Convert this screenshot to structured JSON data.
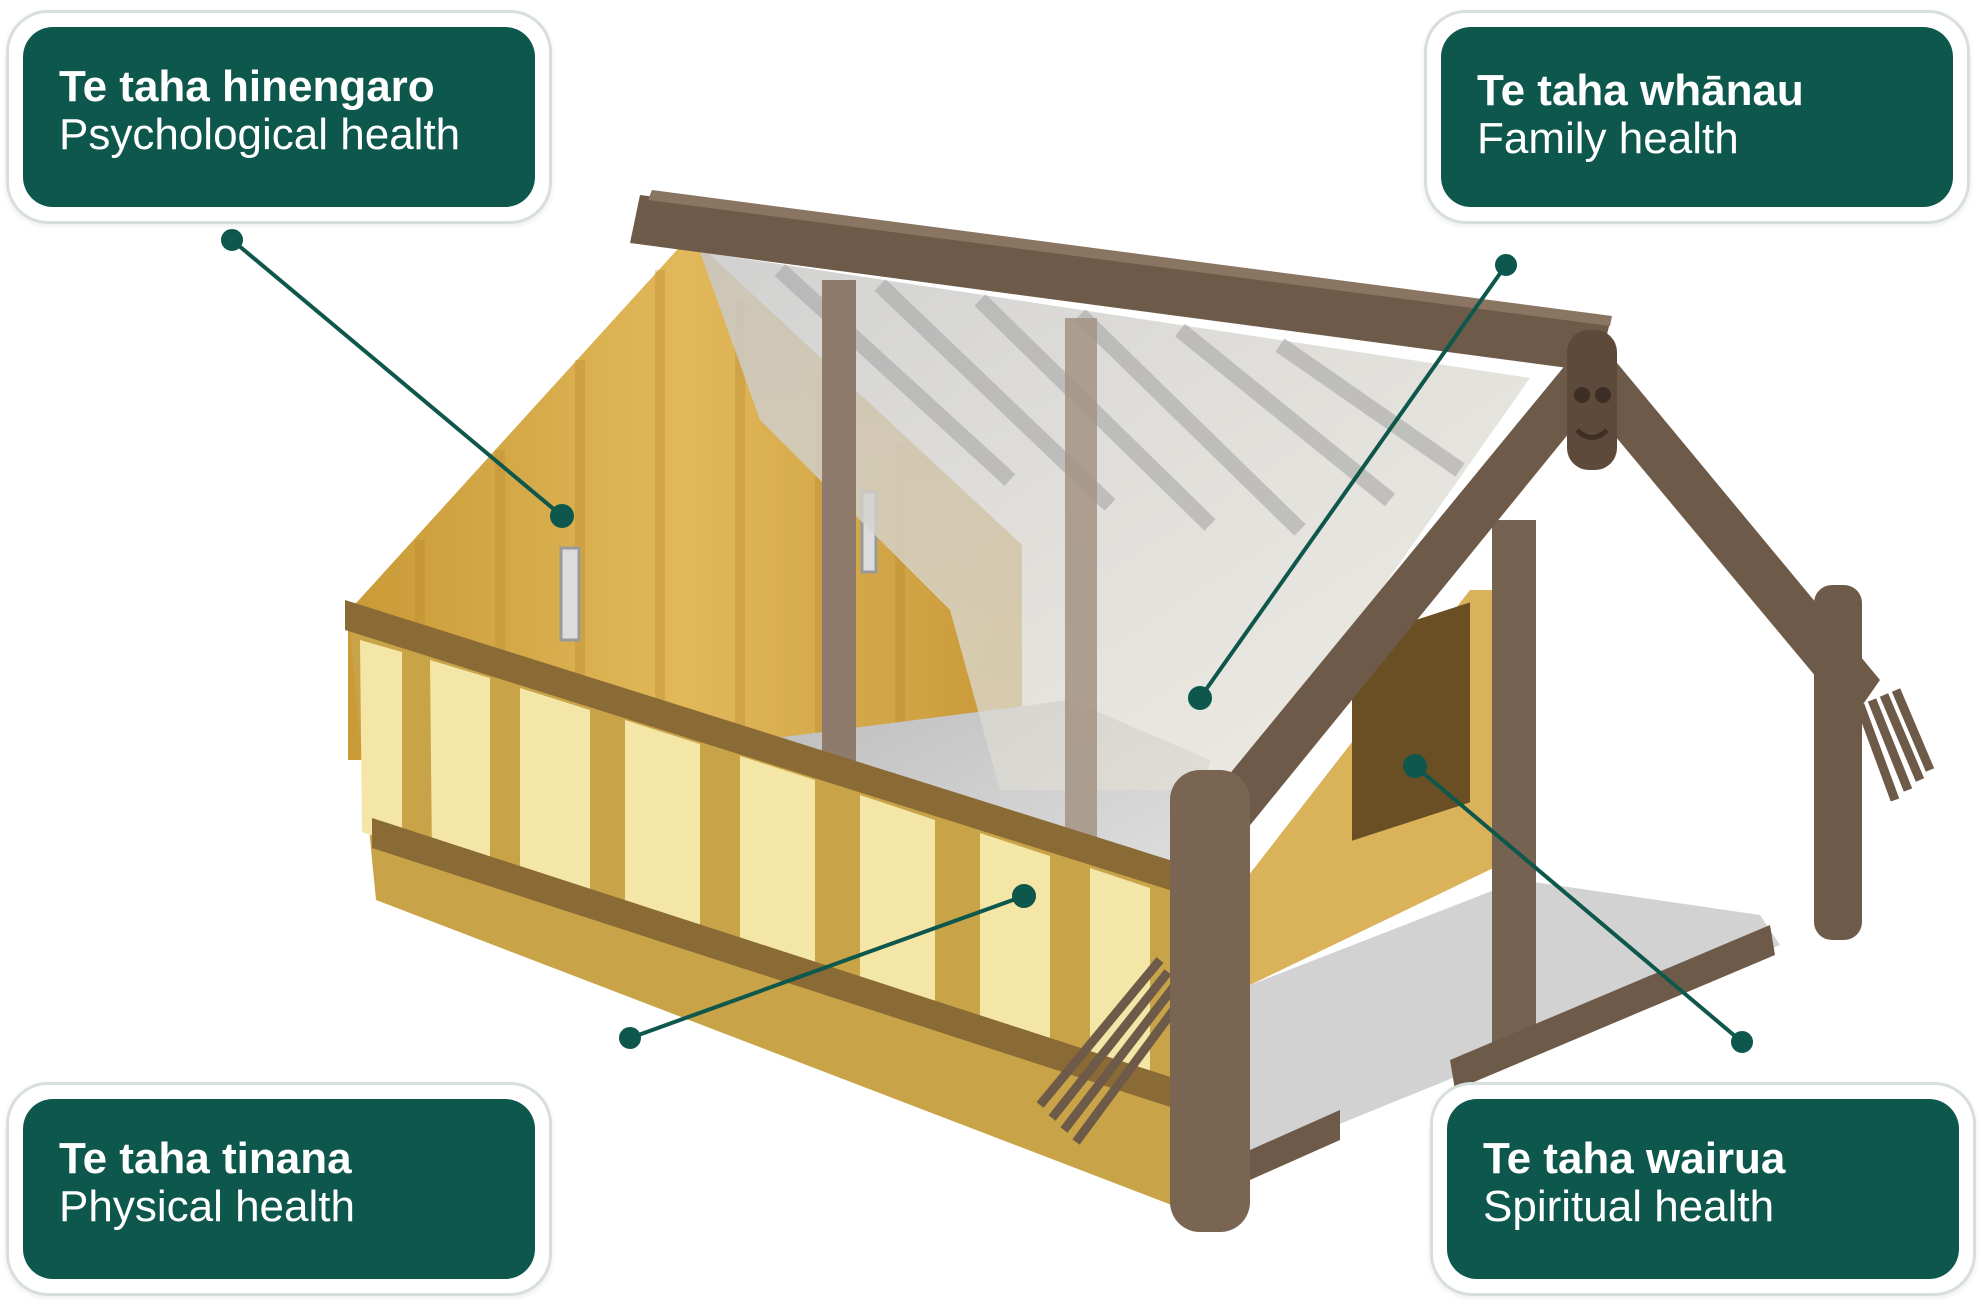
{
  "colors": {
    "card_fill": "#0e574c",
    "card_border": "#d6dfdc",
    "leader_line": "#0e574c",
    "wood_dark": "#6e5a48",
    "wall_gold": "#d7ad4a",
    "panel_cream": "#f4e6a6",
    "floor_grey": "#cfcfcf"
  },
  "cards": {
    "psychological": {
      "title": "Te taha hinengaro",
      "subtitle": "Psychological health"
    },
    "family": {
      "title": "Te taha whānau",
      "subtitle": "Family health"
    },
    "physical": {
      "title": "Te taha tinana",
      "subtitle": "Physical health"
    },
    "spiritual": {
      "title": "Te taha wairua",
      "subtitle": "Spiritual health"
    }
  },
  "illustration": {
    "subject": "wharenui meeting house"
  }
}
